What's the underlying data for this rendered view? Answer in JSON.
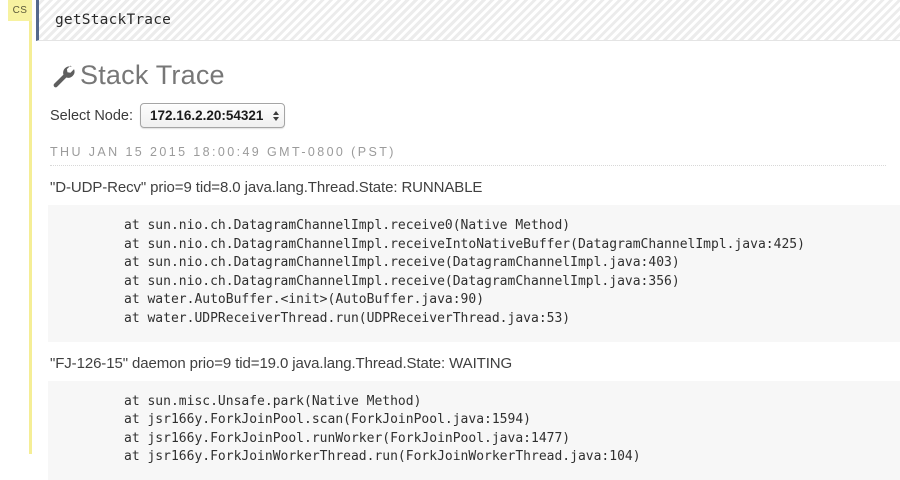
{
  "cell": {
    "tag": "CS",
    "prompt": "getStackTrace"
  },
  "panel": {
    "icon": "wrench-icon",
    "title": "Stack Trace"
  },
  "node_selector": {
    "label": "Select Node:",
    "selected": "172.16.2.20:54321",
    "options": [
      "172.16.2.20:54321"
    ]
  },
  "timestamp": "THU JAN 15 2015 18:00:49 GMT-0800 (PST)",
  "threads": [
    {
      "header": "\"D-UDP-Recv\" prio=9 tid=8.0 java.lang.Thread.State: RUNNABLE",
      "frames": [
        "at sun.nio.ch.DatagramChannelImpl.receive0(Native Method)",
        "at sun.nio.ch.DatagramChannelImpl.receiveIntoNativeBuffer(DatagramChannelImpl.java:425)",
        "at sun.nio.ch.DatagramChannelImpl.receive(DatagramChannelImpl.java:403)",
        "at sun.nio.ch.DatagramChannelImpl.receive(DatagramChannelImpl.java:356)",
        "at water.AutoBuffer.<init>(AutoBuffer.java:90)",
        "at water.UDPReceiverThread.run(UDPReceiverThread.java:53)"
      ]
    },
    {
      "header": "\"FJ-126-15\" daemon prio=9 tid=19.0 java.lang.Thread.State: WAITING",
      "frames": [
        "at sun.misc.Unsafe.park(Native Method)",
        "at jsr166y.ForkJoinPool.scan(ForkJoinPool.java:1594)",
        "at jsr166y.ForkJoinPool.runWorker(ForkJoinPool.java:1477)",
        "at jsr166y.ForkJoinWorkerThread.run(ForkJoinWorkerThread.java:104)"
      ]
    }
  ],
  "colors": {
    "cell_tag_bg": "#f7f2a0",
    "cell_rail": "#f5ee96",
    "prompt_border": "#54688c",
    "code_bg": "#f7f7f7",
    "heading": "#777777"
  }
}
